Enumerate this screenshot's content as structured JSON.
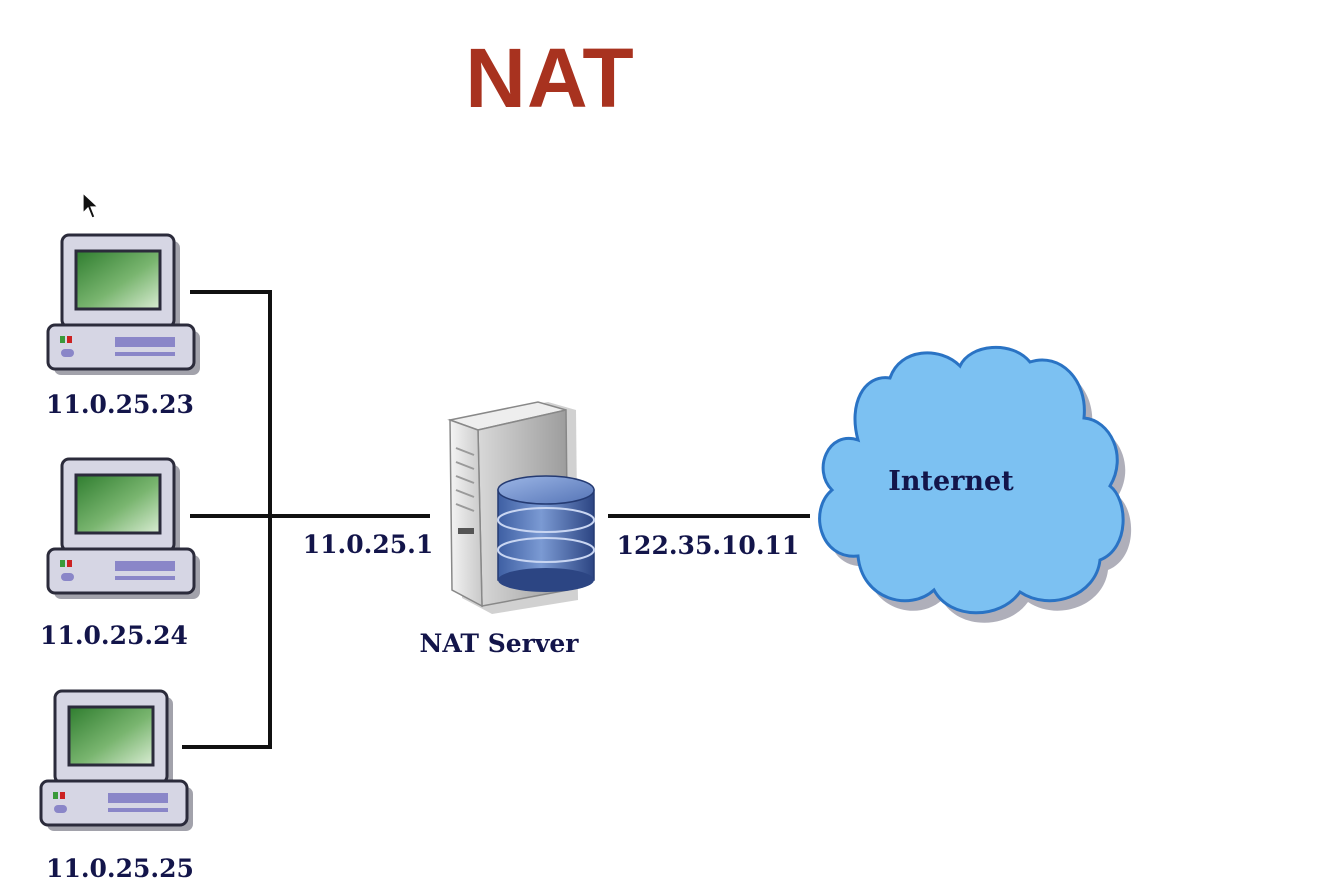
{
  "title": "NAT",
  "colors": {
    "title": "#a8321f",
    "label": "#13154a",
    "line": "#111111",
    "screen": "#3f8f3a",
    "cloud_fill": "#7cc1f2",
    "cloud_stroke": "#2a73c4"
  },
  "hosts": [
    {
      "ip": "11.0.25.23",
      "icon": "desktop-computer-icon"
    },
    {
      "ip": "11.0.25.24",
      "icon": "desktop-computer-icon"
    },
    {
      "ip": "11.0.25.25",
      "icon": "desktop-computer-icon"
    }
  ],
  "nat_server": {
    "label": "NAT Server",
    "inside_ip": "11.0.25.1",
    "outside_ip": "122.35.10.11",
    "icon": "server-database-icon"
  },
  "internet": {
    "label": "Internet",
    "icon": "cloud-icon"
  },
  "cursor": {
    "icon": "mouse-pointer-icon"
  }
}
